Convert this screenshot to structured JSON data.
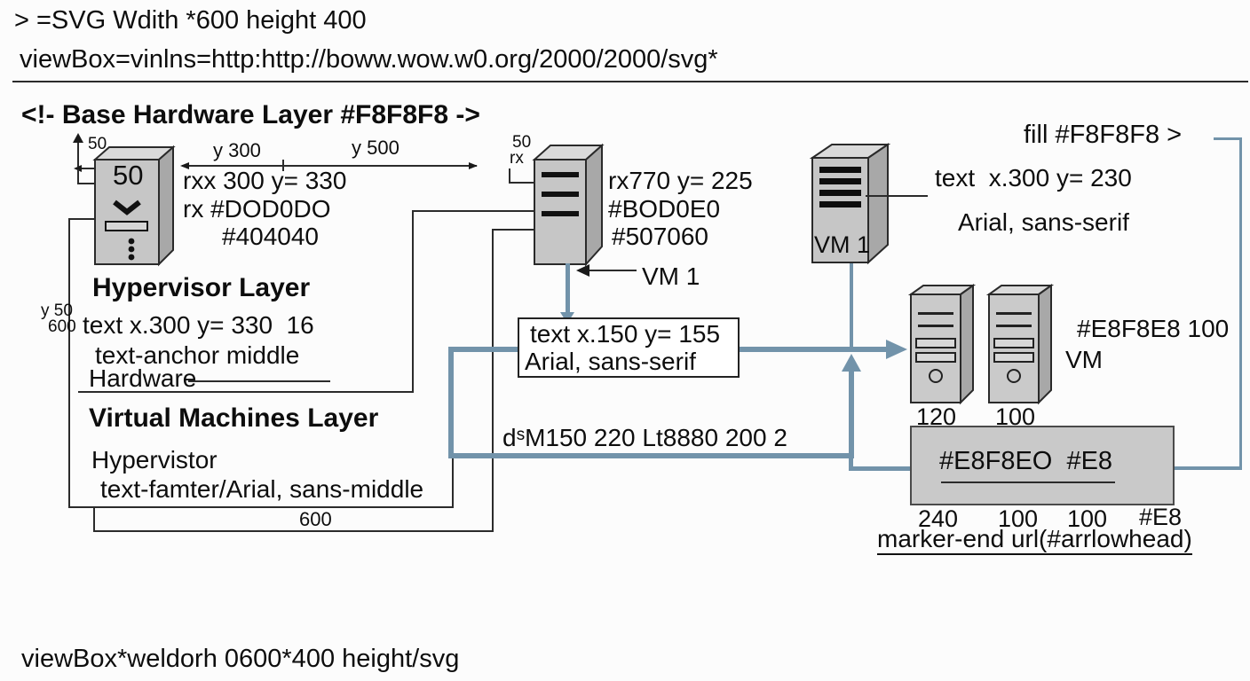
{
  "header": {
    "line1": "> =SVG Wdith *600 height 400",
    "line2": "viewBox=vinlns=http:http://boww.wow.w0.org/2000/2000/svg*"
  },
  "comment_line": "<!- Base Hardware Layer #F8F8F8 ->",
  "fill_note": "fill #F8F8F8 >",
  "footer": "viewBox*weldorh 0600*400 height/svg",
  "dimensions": {
    "left_offset": "50",
    "y300": "y 300",
    "y500": "y 500",
    "mid_offset": "50",
    "mid_rx": "rx",
    "side_y": "y 50",
    "side_h": "600",
    "bottom_width": "600"
  },
  "left_server": {
    "front_label": "50",
    "annotations": [
      "rxx 300 y= 330",
      "rx #DOD0DO",
      "#404040"
    ]
  },
  "hypervisor_block": {
    "title": "Hypervisor Layer",
    "lines": [
      "text x.300 y= 330  16",
      "text-anchor middle",
      "Hardware"
    ]
  },
  "vm_block": {
    "title": "Virtual Machines Layer",
    "lines": [
      "Hypervistor",
      "text-famter/Arial, sans-middle"
    ]
  },
  "mid_server": {
    "annotations": [
      "rx770 y= 225",
      "#BOD0E0",
      "#507060"
    ],
    "arrow_label": "VM 1"
  },
  "right_server": {
    "front_label": "VM 1",
    "annotations": [
      "text  x.300 y= 230",
      "Arial, sans-serif"
    ]
  },
  "textbox": {
    "lines": [
      "text x.150 y= 155",
      "Arial, sans-serif"
    ]
  },
  "path_label": "dˢM150 220 Lt8880 200 2",
  "vm_group": {
    "labels": [
      "120",
      "100"
    ],
    "annotation1": "#E8F8E8 100",
    "annotation2": "VM"
  },
  "gray_box": {
    "label": "#E8F8EO  #E8",
    "numbers": [
      "240",
      "100",
      "100",
      "#E8"
    ],
    "marker_note": "marker-end url(#arrlowhead)"
  },
  "colors": {
    "accent_blue": "#7293aa",
    "server_gray": "#c6c6c6",
    "panel_gray": "#c9c9c9"
  }
}
